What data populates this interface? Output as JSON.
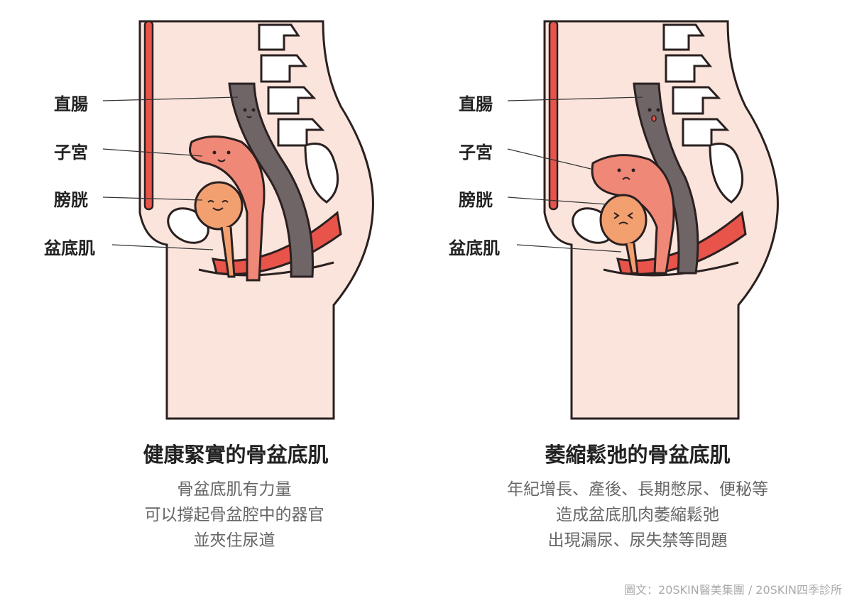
{
  "left_panel": {
    "labels": {
      "rectum": "直腸",
      "uterus": "子宮",
      "bladder": "膀胱",
      "pelvic_floor": "盆底肌"
    },
    "title": "健康緊實的骨盆底肌",
    "description": [
      "骨盆底肌有力量",
      "可以撐起骨盆腔中的器官",
      "並夾住尿道"
    ]
  },
  "right_panel": {
    "labels": {
      "rectum": "直腸",
      "uterus": "子宮",
      "bladder": "膀胱",
      "pelvic_floor": "盆底肌"
    },
    "title": "萎縮鬆弛的骨盆底肌",
    "description": [
      "年紀增長、產後、長期憋尿、便秘等",
      "造成盆底肌肉萎縮鬆弛",
      "出現漏尿、尿失禁等問題"
    ]
  },
  "credit": "圖文：20SKIN醫美集團 / 20SKIN四季診所",
  "colors": {
    "skin": "#fbe4dc",
    "muscle": "#e8534a",
    "uterus": "#f08877",
    "bladder": "#f3a070",
    "rectum": "#6f6567",
    "bone": "#ffffff",
    "outline": "#2a2020"
  }
}
